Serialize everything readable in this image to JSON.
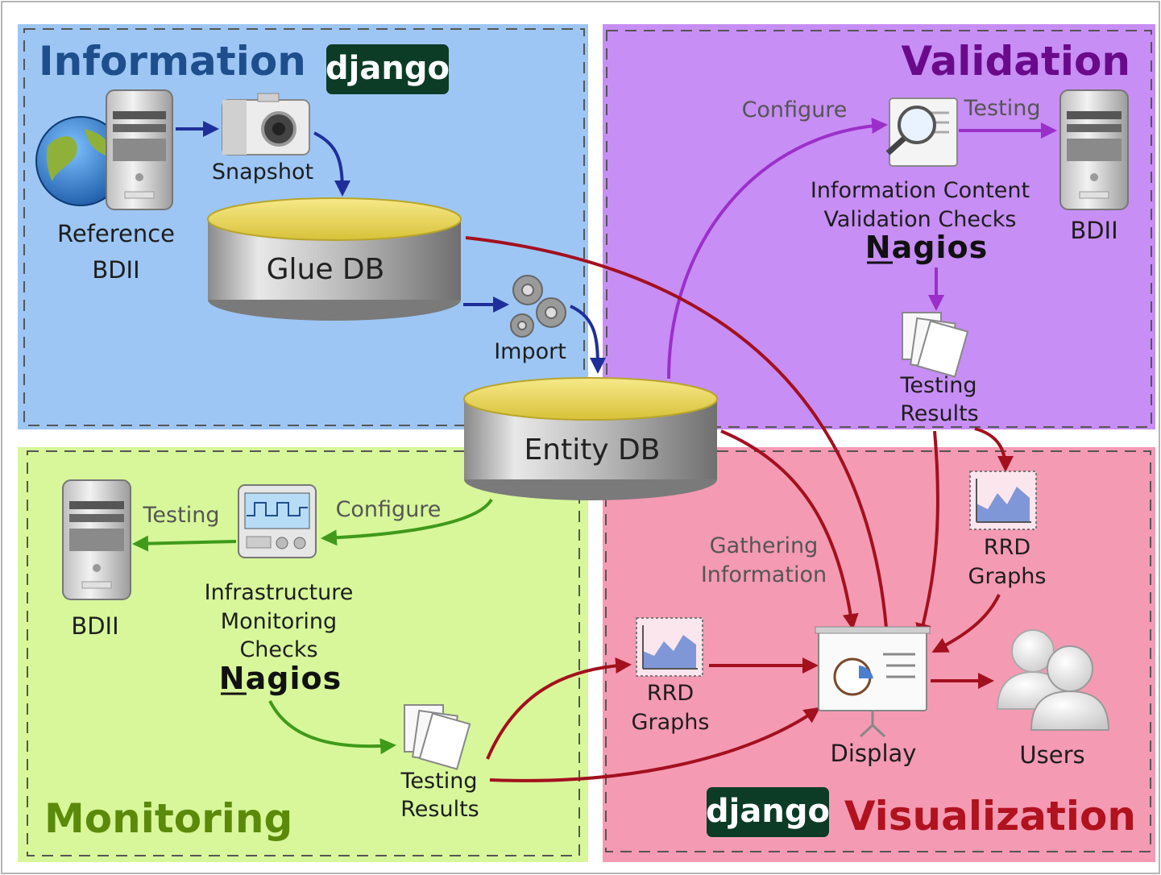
{
  "quadrants": {
    "information": {
      "title": "Information",
      "color": "#1f4e8c"
    },
    "validation": {
      "title": "Validation",
      "color": "#6a0a8a"
    },
    "monitoring": {
      "title": "Monitoring",
      "color": "#5b8a0a"
    },
    "visualization": {
      "title": "Visualization",
      "color": "#b0121e"
    }
  },
  "logos": {
    "django": "django",
    "nagios": "Nagios"
  },
  "information": {
    "reference_bdii": [
      "Reference",
      "BDII"
    ],
    "snapshot": "Snapshot",
    "glue_db": "Glue DB",
    "import": "Import"
  },
  "entity_db": "Entity DB",
  "validation": {
    "configure": "Configure",
    "testing": "Testing",
    "checks": [
      "Information Content",
      "Validation Checks"
    ],
    "bdii": "BDII",
    "results": [
      "Testing",
      "Results"
    ]
  },
  "monitoring": {
    "bdii": "BDII",
    "testing": "Testing",
    "configure": "Configure",
    "checks": [
      "Infrastructure",
      "Monitoring",
      "Checks"
    ],
    "results": [
      "Testing",
      "Results"
    ]
  },
  "visualization": {
    "gathering": [
      "Gathering",
      "Information"
    ],
    "rrd_right": [
      "RRD",
      "Graphs"
    ],
    "rrd_left": [
      "RRD",
      "Graphs"
    ],
    "display": "Display",
    "users": "Users"
  },
  "colors": {
    "info_bg": "#9dc6f5",
    "valid_bg": "#c78ef5",
    "monitor_bg": "#d7f79a",
    "visual_bg": "#f59ab3",
    "arrow_blue": "#1f2f9a",
    "arrow_purple": "#9b2fc9",
    "arrow_green": "#3f9a1a",
    "arrow_red": "#a3101e"
  }
}
